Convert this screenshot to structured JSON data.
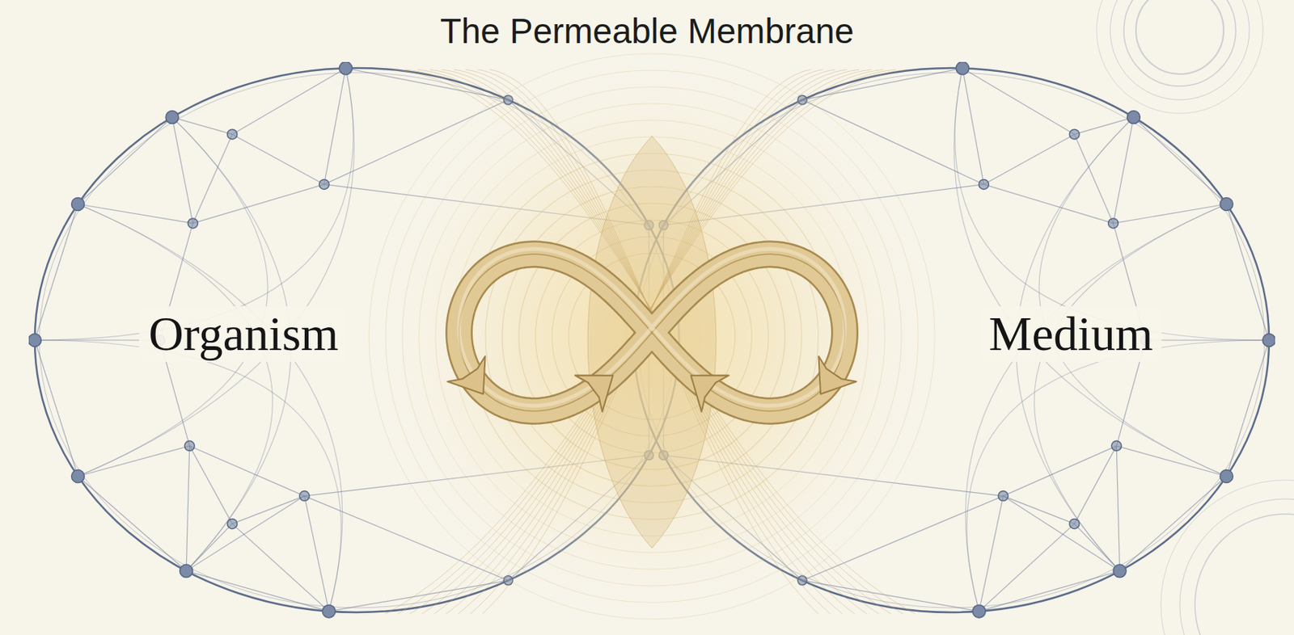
{
  "diagram": {
    "title": "The Permeable Membrane",
    "nodes": [
      {
        "text": [
          "Organism"
        ]
      },
      {
        "text": [
          "Medium"
        ]
      }
    ]
  }
}
